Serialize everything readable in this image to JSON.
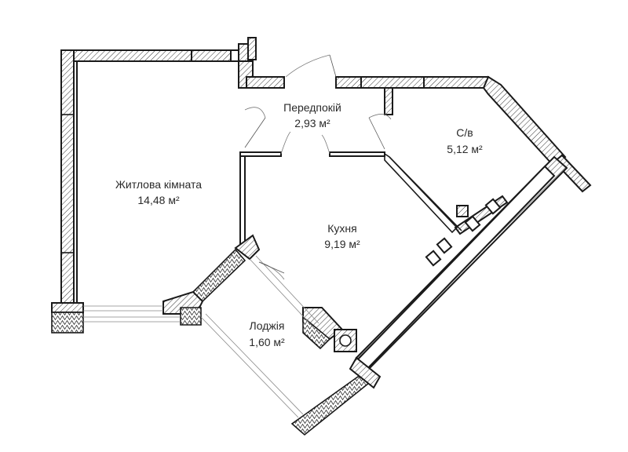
{
  "rooms": [
    {
      "id": "living",
      "name": "Житлова кімната",
      "area": "14,48 м²"
    },
    {
      "id": "hall",
      "name": "Передпокій",
      "area": "2,93 м²"
    },
    {
      "id": "bath",
      "name": "С/в",
      "area": "5,12 м²"
    },
    {
      "id": "kitchen",
      "name": "Кухня",
      "area": "9,19 м²"
    },
    {
      "id": "loggia",
      "name": "Лоджія",
      "area": "1,60 м²"
    }
  ]
}
